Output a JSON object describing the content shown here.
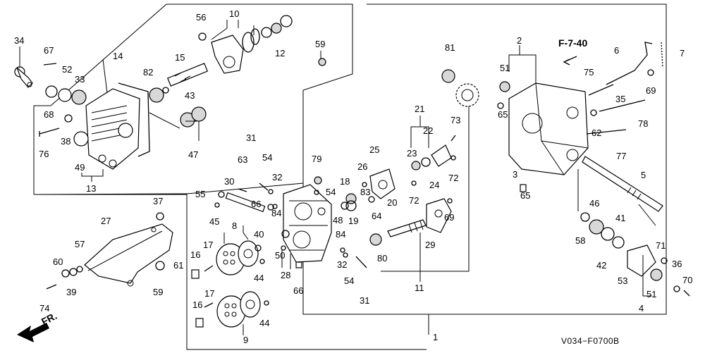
{
  "diagram": {
    "diagram_code": "V034−F0700B",
    "ref_label": "F-7-40",
    "front_label": "FR.",
    "part_labels": {
      "p1": "1",
      "p2": "2",
      "p3": "3",
      "p4": "4",
      "p5": "5",
      "p6": "6",
      "p7": "7",
      "p8": "8",
      "p9": "9",
      "p10": "10",
      "p11": "11",
      "p12": "12",
      "p13": "13",
      "p14": "14",
      "p15": "15",
      "p16a": "16",
      "p16b": "16",
      "p17a": "17",
      "p17b": "17",
      "p18": "18",
      "p19": "19",
      "p20": "20",
      "p21": "21",
      "p22": "22",
      "p23": "23",
      "p24": "24",
      "p25": "25",
      "p26": "26",
      "p27": "27",
      "p28": "28",
      "p29": "29",
      "p30": "30",
      "p31a": "31",
      "p31b": "31",
      "p32a": "32",
      "p32b": "32",
      "p33": "33",
      "p34": "34",
      "p35": "35",
      "p36": "36",
      "p37": "37",
      "p38": "38",
      "p39": "39",
      "p40": "40",
      "p41": "41",
      "p42": "42",
      "p43": "43",
      "p44a": "44",
      "p44b": "44",
      "p45": "45",
      "p46": "46",
      "p47": "47",
      "p48": "48",
      "p49": "49",
      "p50": "50",
      "p51a": "51",
      "p51b": "51",
      "p52": "52",
      "p53": "53",
      "p54a": "54",
      "p54b": "54",
      "p54c": "54",
      "p55": "55",
      "p56": "56",
      "p57": "57",
      "p58": "58",
      "p59a": "59",
      "p59b": "59",
      "p60": "60",
      "p61": "61",
      "p62": "62",
      "p63": "63",
      "p64": "64",
      "p65a": "65",
      "p65b": "65",
      "p66a": "66",
      "p66b": "66",
      "p67": "67",
      "p68": "68",
      "p69a": "69",
      "p69b": "69",
      "p70": "70",
      "p71": "71",
      "p72a": "72",
      "p72b": "72",
      "p73": "73",
      "p74": "74",
      "p75": "75",
      "p76": "76",
      "p77": "77",
      "p78": "78",
      "p79": "79",
      "p80": "80",
      "p81": "81",
      "p82": "82",
      "p83": "83",
      "p84a": "84",
      "p84b": "84"
    }
  }
}
